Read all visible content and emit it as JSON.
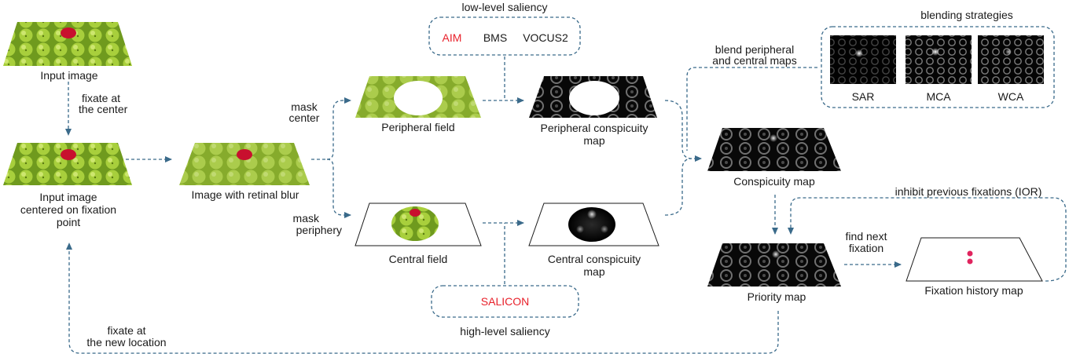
{
  "labels": {
    "input_image": "Input image",
    "fixate_center_1": "fixate at",
    "fixate_center_2": "the center",
    "input_centered_1": "Input image",
    "input_centered_2": "centered on fixation",
    "input_centered_3": "point",
    "retinal_blur": "Image with retinal blur",
    "mask_center_1": "mask",
    "mask_center_2": "center",
    "mask_periphery_1": "mask",
    "mask_periphery_2": "periphery",
    "peripheral_field": "Peripheral field",
    "central_field": "Central field",
    "low_level_title": "low-level saliency",
    "aim": "AIM",
    "bms": "BMS",
    "vocus2": "VOCUS2",
    "salicon": "SALICON",
    "high_level_title": "high-level saliency",
    "peripheral_conspicuity_1": "Peripheral conspicuity",
    "peripheral_conspicuity_2": "map",
    "central_conspicuity_1": "Central conspicuity",
    "central_conspicuity_2": "map",
    "blend_1": "blend peripheral",
    "blend_2": "and central maps",
    "blending_title": "blending strategies",
    "sar": "SAR",
    "mca": "MCA",
    "wca": "WCA",
    "conspicuity_map": "Conspicuity map",
    "ior": "inhibit previous fixations (IOR)",
    "find_next_1": "find next",
    "find_next_2": "fixation",
    "priority_map": "Priority map",
    "fixation_history": "Fixation history map",
    "fixate_new_1": "fixate at",
    "fixate_new_2": "the new location"
  },
  "colors": {
    "arrow": "#3a6a8a",
    "highlight_text": "#e8202a",
    "fixation_dot": "#e0245e",
    "apple_green": "#9bc63a",
    "apple_red": "#c8102e"
  }
}
